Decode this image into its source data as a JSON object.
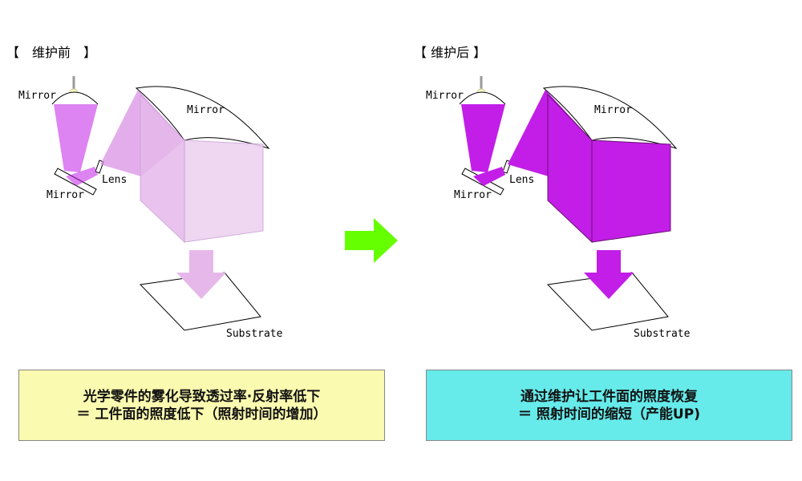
{
  "before": {
    "title": "【　维护前　】",
    "labels": {
      "mirror_top": "Mirror",
      "mirror_upper": "Mirror",
      "mirror_lower": "Mirror",
      "lens": "Lens",
      "substrate": "Substrate"
    },
    "caption_line1": "光学零件的雾化导致透过率·反射率低下",
    "caption_line2": "＝ 工件面的照度低下（照射时间的增加）"
  },
  "after": {
    "title": "【 维护后 】",
    "labels": {
      "mirror_top": "Mirror",
      "mirror_upper": "Mirror",
      "mirror_lower": "Mirror",
      "lens": "Lens",
      "substrate": "Substrate"
    },
    "caption_line1": "通过维护让工件面的照度恢复",
    "caption_line2": "＝ 照射时间的缩短（产能UP)"
  },
  "colors": {
    "purple": "#c21ee8",
    "faded": "#e6b8ea",
    "arrow": "#66ff00",
    "yellow": "#fafab0",
    "cyan": "#66eaea"
  }
}
